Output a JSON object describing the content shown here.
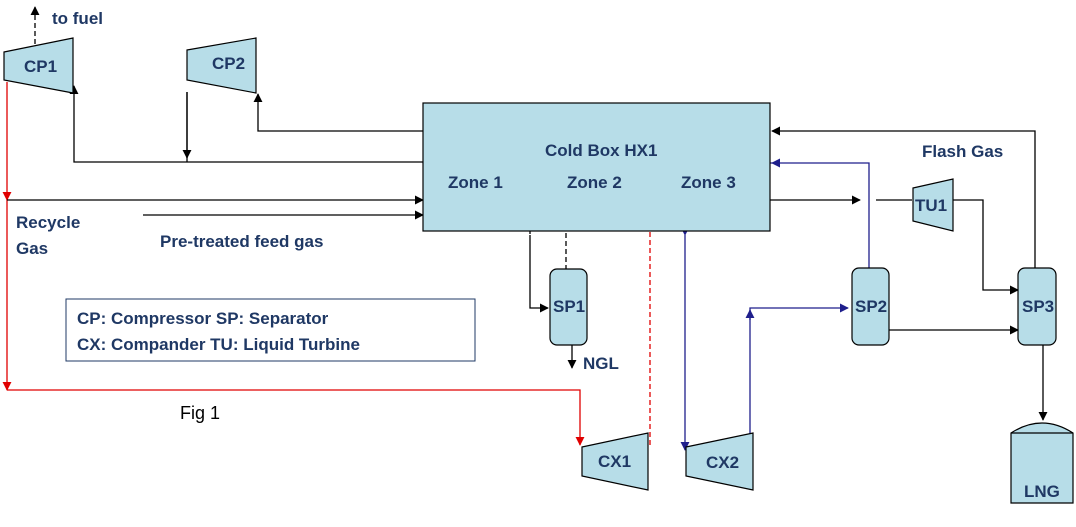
{
  "labels": {
    "to_fuel": "to fuel",
    "cp1": "CP1",
    "cp2": "CP2",
    "cold_box": "Cold Box HX1",
    "zone1": "Zone 1",
    "zone2": "Zone 2",
    "zone3": "Zone 3",
    "flash_gas": "Flash Gas",
    "tu1": "TU1",
    "recycle_gas_line1": "Recycle",
    "recycle_gas_line2": "Gas",
    "feed_gas": "Pre-treated feed gas",
    "sp1": "SP1",
    "sp2": "SP2",
    "sp3": "SP3",
    "ngl": "NGL",
    "cx1": "CX1",
    "cx2": "CX2",
    "lng": "LNG",
    "figure_caption": "Fig 1"
  },
  "legend": {
    "line1": "CP: Compressor  SP: Separator",
    "line2": "CX: Compander  TU: Liquid Turbine"
  },
  "colors": {
    "unit_fill": "#b7dde8",
    "label_text": "#1f3864",
    "recycle_line": "#e00000",
    "flash_line": "#1f1f8c",
    "process_line": "#000000"
  }
}
